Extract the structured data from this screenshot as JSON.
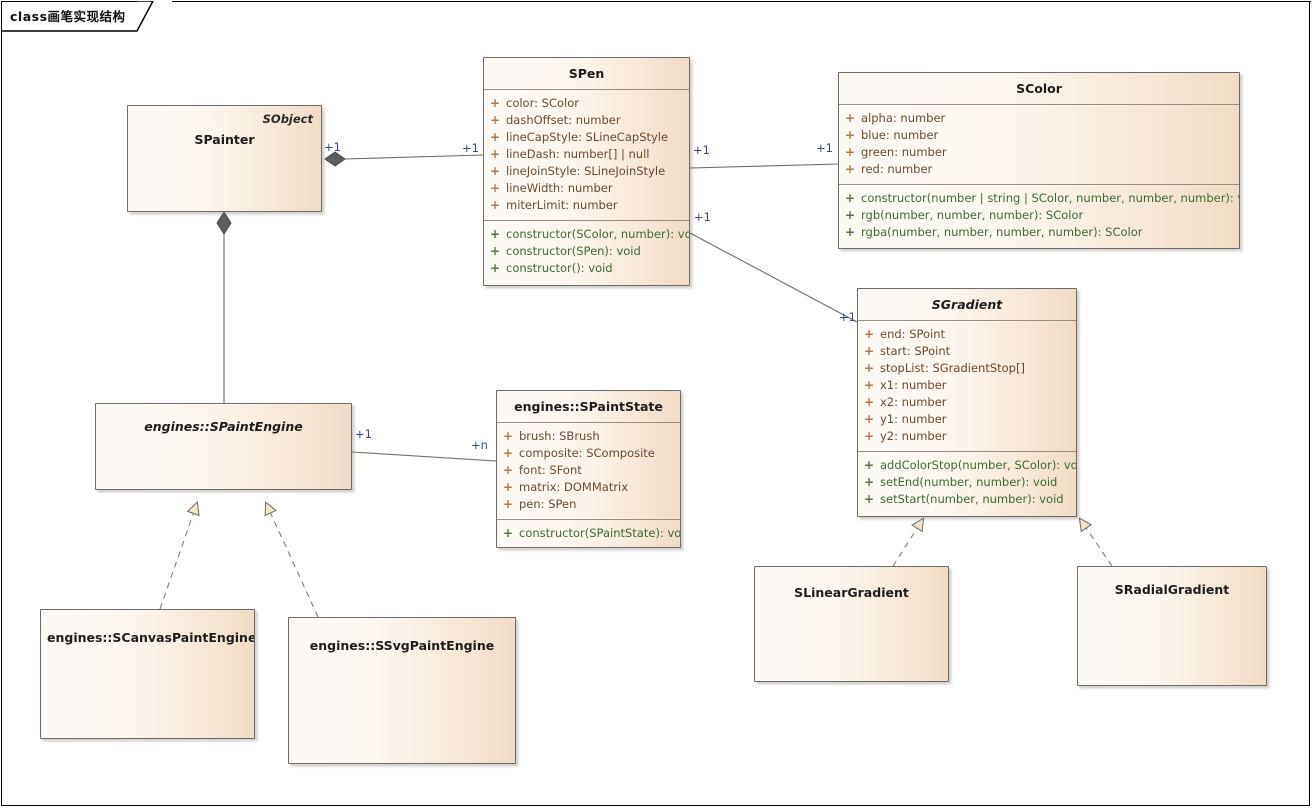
{
  "diagram": {
    "title": "class画笔实现结构",
    "type": "uml-class-diagram",
    "colors": {
      "box_fill_light": "#fdfaf6",
      "box_fill_dark": "#f0dcc6",
      "box_border": "#6b6b6b",
      "attribute_text": "#6b4a2f",
      "method_text": "#3c6b33",
      "multiplicity_text": "#3a4a7a",
      "title_text": "#1d1d1d"
    }
  },
  "classes": {
    "spainter": {
      "name": "SPainter",
      "stereotype": "SObject",
      "italic": false
    },
    "spen": {
      "name": "SPen",
      "attributes": [
        {
          "vis": "+",
          "text": "color: SColor"
        },
        {
          "vis": "+",
          "text": "dashOffset: number"
        },
        {
          "vis": "+",
          "text": "lineCapStyle: SLineCapStyle"
        },
        {
          "vis": "+",
          "text": "lineDash: number[] | null"
        },
        {
          "vis": "+",
          "text": "lineJoinStyle: SLineJoinStyle"
        },
        {
          "vis": "+",
          "text": "lineWidth: number"
        },
        {
          "vis": "+",
          "text": "miterLimit: number"
        }
      ],
      "methods": [
        {
          "vis": "+",
          "text": "constructor(SColor, number): void"
        },
        {
          "vis": "+",
          "text": "constructor(SPen): void"
        },
        {
          "vis": "+",
          "text": "constructor(): void"
        }
      ]
    },
    "scolor": {
      "name": "SColor",
      "attributes": [
        {
          "vis": "+",
          "text": "alpha: number"
        },
        {
          "vis": "+",
          "text": "blue: number"
        },
        {
          "vis": "+",
          "text": "green: number"
        },
        {
          "vis": "+",
          "text": "red: number"
        }
      ],
      "methods": [
        {
          "vis": "+",
          "text": "constructor(number | string | SColor, number, number, number): void"
        },
        {
          "vis": "+",
          "text": "rgb(number, number, number): SColor"
        },
        {
          "vis": "+",
          "text": "rgba(number, number, number, number): SColor"
        }
      ]
    },
    "sgradient": {
      "name": "SGradient",
      "italic": true,
      "attributes": [
        {
          "vis": "+",
          "text": "end: SPoint"
        },
        {
          "vis": "+",
          "text": "start: SPoint"
        },
        {
          "vis": "+",
          "text": "stopList: SGradientStop[]"
        },
        {
          "vis": "+",
          "text": "x1: number"
        },
        {
          "vis": "+",
          "text": "x2: number"
        },
        {
          "vis": "+",
          "text": "y1: number"
        },
        {
          "vis": "+",
          "text": "y2: number"
        }
      ],
      "methods": [
        {
          "vis": "+",
          "text": "addColorStop(number, SColor): void"
        },
        {
          "vis": "+",
          "text": "setEnd(number, number): void"
        },
        {
          "vis": "+",
          "text": "setStart(number, number): void"
        }
      ]
    },
    "spaintengine": {
      "name": "engines::SPaintEngine",
      "italic": true
    },
    "spaintstate": {
      "name": "engines::SPaintState",
      "attributes": [
        {
          "vis": "+",
          "text": "brush: SBrush"
        },
        {
          "vis": "+",
          "text": "composite: SComposite"
        },
        {
          "vis": "+",
          "text": "font: SFont"
        },
        {
          "vis": "+",
          "text": "matrix: DOMMatrix"
        },
        {
          "vis": "+",
          "text": "pen: SPen"
        }
      ],
      "methods": [
        {
          "vis": "+",
          "text": "constructor(SPaintState): void"
        }
      ]
    },
    "scanvaspaintengine": {
      "name": "engines::SCanvasPaintEngine"
    },
    "ssvgpaintengine": {
      "name": "engines::SSvgPaintEngine"
    },
    "slineargradient": {
      "name": "SLinearGradient"
    },
    "sradialgradient": {
      "name": "SRadialGradient"
    }
  },
  "multiplicities": {
    "painter_pen_src": "+1",
    "painter_pen_dst": "+1",
    "pen_color_src": "+1",
    "pen_color_dst": "+1",
    "pen_gradient_src": "+1",
    "pen_gradient_dst": "+1",
    "engine_state_src": "+1",
    "engine_state_dst": "+n"
  },
  "relations": [
    {
      "name": "spainter-composition-spen",
      "kind": "composition",
      "from": "SPainter",
      "to": "SPen"
    },
    {
      "name": "spainter-composition-spaintengine",
      "kind": "composition",
      "from": "SPainter",
      "to": "engines::SPaintEngine"
    },
    {
      "name": "spen-association-scolor",
      "kind": "association",
      "from": "SPen",
      "to": "SColor"
    },
    {
      "name": "spen-association-sgradient",
      "kind": "association",
      "from": "SPen",
      "to": "SGradient"
    },
    {
      "name": "spaintengine-association-spaintstate",
      "kind": "association",
      "from": "engines::SPaintEngine",
      "to": "engines::SPaintState"
    },
    {
      "name": "scanvaspaintengine-realizes-spaintengine",
      "kind": "realization",
      "from": "engines::SCanvasPaintEngine",
      "to": "engines::SPaintEngine"
    },
    {
      "name": "ssvgpaintengine-realizes-spaintengine",
      "kind": "realization",
      "from": "engines::SSvgPaintEngine",
      "to": "engines::SPaintEngine"
    },
    {
      "name": "slineargradient-realizes-sgradient",
      "kind": "realization",
      "from": "SLinearGradient",
      "to": "SGradient"
    },
    {
      "name": "sradialgradient-realizes-sgradient",
      "kind": "realization",
      "from": "SRadialGradient",
      "to": "SGradient"
    }
  ]
}
